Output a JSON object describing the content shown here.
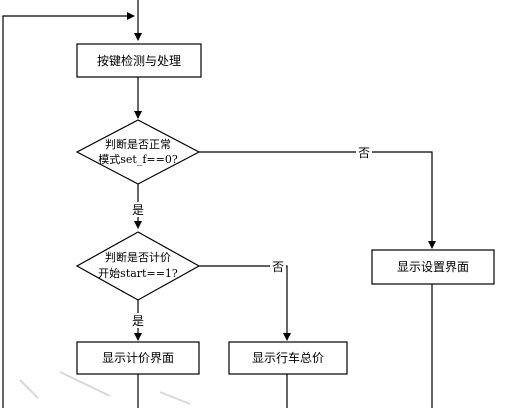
{
  "diagram": {
    "nodes": {
      "key_process": "按键检测与处理",
      "decision_normal_line1": "判断是否正常",
      "decision_normal_line2": "模式set_f==0?",
      "decision_billing_line1": "判断是否计价",
      "decision_billing_line2": "开始start==1?",
      "show_settings": "显示设置界面",
      "show_billing": "显示计价界面",
      "show_total": "显示行车总价"
    },
    "edge_labels": {
      "normal_no": "否",
      "normal_yes": "是",
      "billing_no": "否",
      "billing_yes": "是"
    },
    "colors": {
      "stroke": "#000000",
      "background": "#ffffff",
      "watermark": "#d8d8d8"
    }
  }
}
